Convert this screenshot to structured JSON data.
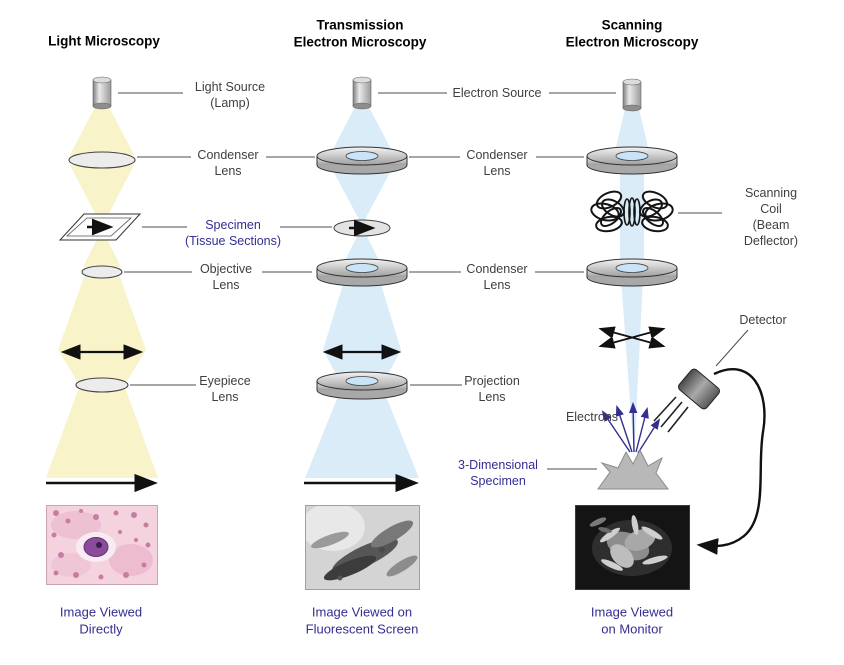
{
  "titles": {
    "col1": "Light Microscopy",
    "col2": "Transmission\nElectron Microscopy",
    "col3": "Scanning\nElectron Microscopy"
  },
  "labels": {
    "light_source": "Light Source\n(Lamp)",
    "electron_source": "Electron Source",
    "condenser_1": "Condenser\nLens",
    "condenser_2": "Condenser\nLens",
    "condenser_3": "Condenser\nLens",
    "specimen": "Specimen\n(Tissue Sections)",
    "objective": "Objective\nLens",
    "eyepiece": "Eyepiece\nLens",
    "projection": "Projection\nLens",
    "scanning_coil": "Scanning Coil\n(Beam Deflector)",
    "detector": "Detector",
    "electrons": "Electrons",
    "specimen_3d": "3-Dimensional\nSpecimen"
  },
  "captions": {
    "col1": "Image Viewed\nDirectly",
    "col2": "Image Viewed on\nFluorescent Screen",
    "col3": "Image Viewed\non Monitor"
  },
  "colors": {
    "label_text": "#3f3f3f",
    "accent_purple": "#332e91",
    "light_beam": "#f8f3c8",
    "electron_beam": "#d9ecf8"
  }
}
